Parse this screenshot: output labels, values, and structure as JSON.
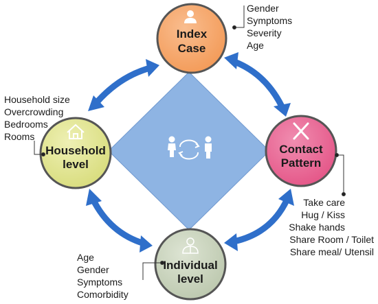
{
  "nodes": {
    "index_case": {
      "line1": "Index",
      "line2": "Case",
      "color": "#f7a56a",
      "icon": "person-icon"
    },
    "household": {
      "line1": "Household",
      "line2": "level",
      "color": "#e2e592",
      "icon": "house-icon"
    },
    "contact": {
      "line1": "Contact",
      "line2": "Pattern",
      "color": "#ea6a96",
      "icon": "fork-knife-icon"
    },
    "individual": {
      "line1": "Individual",
      "line2": "level",
      "color": "#ccd6c0",
      "icon": "doctor-icon"
    }
  },
  "labels": {
    "index_case": [
      "Gender",
      "Symptoms",
      "Severity",
      "Age"
    ],
    "household": [
      "Household size",
      "Overcrowding",
      "Bedrooms",
      "Rooms"
    ],
    "contact": [
      "Take care",
      "Hug / Kiss",
      "Shake hands",
      "Share Room / Toilet",
      "Share meal/ Utensil"
    ],
    "individual": [
      "Age",
      "Gender",
      "Symptoms",
      "Comorbidity"
    ]
  },
  "colors": {
    "diamond": "#8eb4e3",
    "arrow": "#2f6fca",
    "node_border": "#555555"
  },
  "center_icon": "people-exchange-icon"
}
